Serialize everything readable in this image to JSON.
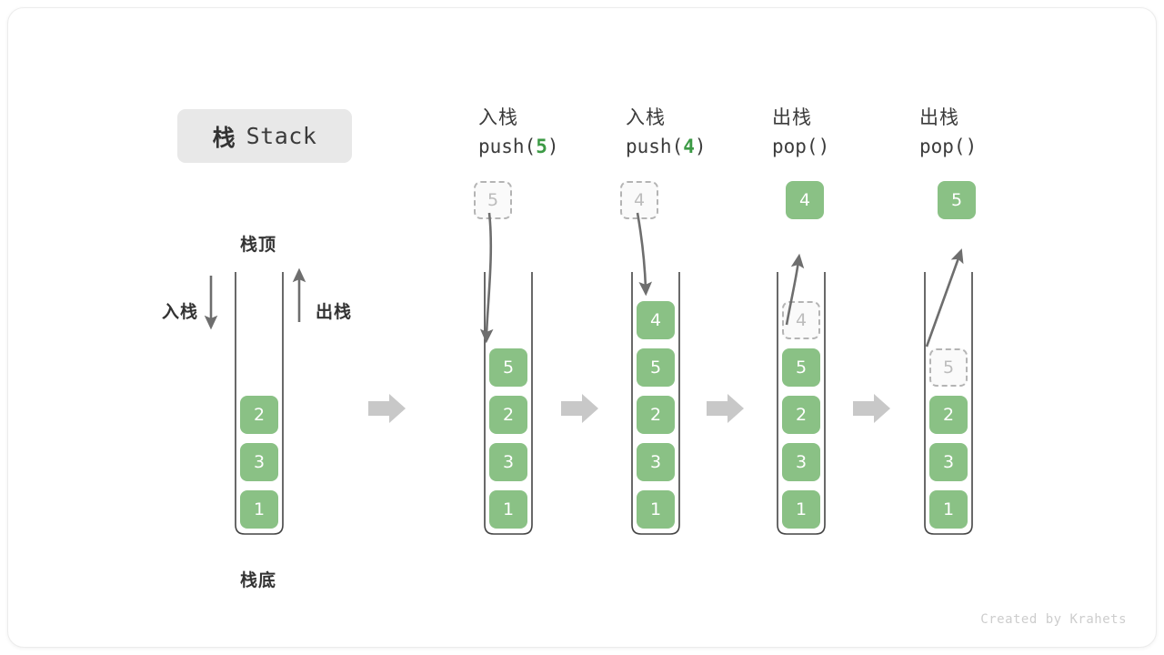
{
  "card": {
    "title_cn": "栈",
    "title_en": "Stack",
    "accent_green": "#8ac185",
    "ghost_gray": "#b4b4b4",
    "arrow_gray": "#c8c8c8"
  },
  "legend": {
    "top_label": "栈顶",
    "bottom_label": "栈底",
    "push_label": "入栈",
    "pop_label": "出栈"
  },
  "stages": [
    {
      "id": "initial",
      "op_cn": "",
      "op_code": "",
      "op_arg": "",
      "stack": [
        "2",
        "3",
        "1"
      ],
      "floating": null,
      "ghost_in_stack": null
    },
    {
      "id": "push-5",
      "op_cn": "入栈",
      "op_code_prefix": "push(",
      "op_arg": "5",
      "op_code_suffix": ")",
      "stack": [
        "5",
        "2",
        "3",
        "1"
      ],
      "floating": {
        "value": "5",
        "style": "ghost"
      },
      "ghost_in_stack": null
    },
    {
      "id": "push-4",
      "op_cn": "入栈",
      "op_code_prefix": "push(",
      "op_arg": "4",
      "op_code_suffix": ")",
      "stack": [
        "4",
        "5",
        "2",
        "3",
        "1"
      ],
      "floating": {
        "value": "4",
        "style": "ghost"
      },
      "ghost_in_stack": null
    },
    {
      "id": "pop-1",
      "op_cn": "出栈",
      "op_code_prefix": "pop(",
      "op_arg": "",
      "op_code_suffix": ")",
      "stack": [
        "4",
        "5",
        "2",
        "3",
        "1"
      ],
      "floating": {
        "value": "4",
        "style": "solid"
      },
      "ghost_in_stack": "4"
    },
    {
      "id": "pop-2",
      "op_cn": "出栈",
      "op_code_prefix": "pop(",
      "op_arg": "",
      "op_code_suffix": ")",
      "stack": [
        "5",
        "2",
        "3",
        "1"
      ],
      "floating": {
        "value": "5",
        "style": "solid"
      },
      "ghost_in_stack": "5"
    }
  ],
  "footer": {
    "credit": "Created by Krahets"
  }
}
